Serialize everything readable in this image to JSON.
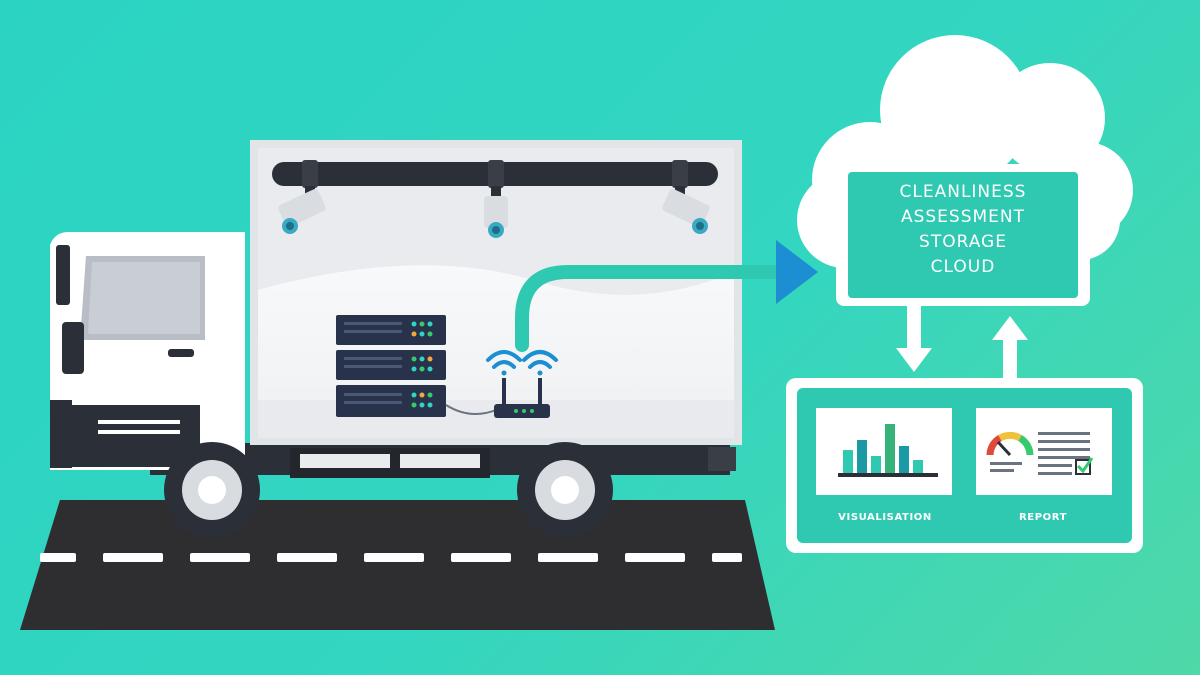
{
  "cloud": {
    "lines": [
      "CLEANLINESS",
      "ASSESSMENT",
      "STORAGE",
      "CLOUD"
    ]
  },
  "panels": {
    "visualisation_label": "VISUALISATION",
    "report_label": "REPORT"
  },
  "colors": {
    "background": "#2fd4c2",
    "accent_teal": "#2fc9b2",
    "arrow_blue": "#1b8fd1",
    "truck_dark": "#2b2f38",
    "road": "#2e2e30",
    "server": "#28324a"
  },
  "icons": [
    "truck-icon",
    "camera-icon",
    "server-rack-icon",
    "wifi-icon",
    "router-icon",
    "cloud-icon",
    "bar-chart-icon",
    "gauge-icon",
    "checkbox-icon"
  ]
}
